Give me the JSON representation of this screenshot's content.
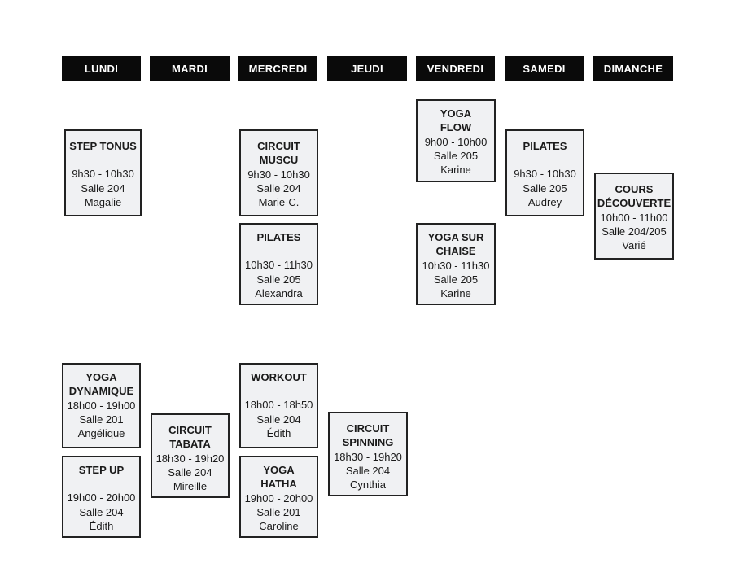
{
  "days": [
    "LUNDI",
    "MARDI",
    "MERCREDI",
    "JEUDI",
    "VENDREDI",
    "SAMEDI",
    "DIMANCHE"
  ],
  "classes": {
    "step_tonus": {
      "name_lines": [
        "STEP TONUS"
      ],
      "time": "9h30 - 10h30",
      "room": "Salle 204",
      "teacher": "Magalie"
    },
    "circuit_muscu": {
      "name_lines": [
        "CIRCUIT",
        "MUSCU"
      ],
      "time": "9h30 - 10h30",
      "room": "Salle 204",
      "teacher": "Marie-C."
    },
    "pilates_wed": {
      "name_lines": [
        "PILATES"
      ],
      "time": "10h30 - 11h30",
      "room": "Salle 205",
      "teacher": "Alexandra"
    },
    "yoga_flow": {
      "name_lines": [
        "YOGA",
        "FLOW"
      ],
      "time": "9h00 - 10h00",
      "room": "Salle 205",
      "teacher": "Karine"
    },
    "yoga_chaise": {
      "name_lines": [
        "YOGA SUR",
        "CHAISE"
      ],
      "time": "10h30 - 11h30",
      "room": "Salle 205",
      "teacher": "Karine"
    },
    "pilates_sat": {
      "name_lines": [
        "PILATES"
      ],
      "time": "9h30 - 10h30",
      "room": "Salle 205",
      "teacher": "Audrey"
    },
    "cours_decouverte": {
      "name_lines": [
        "COURS",
        "DÉCOUVERTE"
      ],
      "time": "10h00 - 11h00",
      "room": "Salle 204/205",
      "teacher": "Varié"
    },
    "yoga_dynamique": {
      "name_lines": [
        "YOGA",
        "DYNAMIQUE"
      ],
      "time": "18h00 - 19h00",
      "room": "Salle 201",
      "teacher": "Angélique"
    },
    "step_up": {
      "name_lines": [
        "STEP UP"
      ],
      "time": "19h00 - 20h00",
      "room": "Salle 204",
      "teacher": "Édith"
    },
    "circuit_tabata": {
      "name_lines": [
        "CIRCUIT",
        "TABATA"
      ],
      "time": "18h30 - 19h20",
      "room": "Salle 204",
      "teacher": "Mireille"
    },
    "workout": {
      "name_lines": [
        "WORKOUT"
      ],
      "time": "18h00 - 18h50",
      "room": "Salle 204",
      "teacher": "Édith"
    },
    "yoga_hatha": {
      "name_lines": [
        "YOGA",
        "HATHA"
      ],
      "time": "19h00 - 20h00",
      "room": "Salle 201",
      "teacher": "Caroline"
    },
    "circuit_spinning": {
      "name_lines": [
        "CIRCUIT",
        "SPINNING"
      ],
      "time": "18h30 - 19h20",
      "room": "Salle 204",
      "teacher": "Cynthia"
    }
  }
}
